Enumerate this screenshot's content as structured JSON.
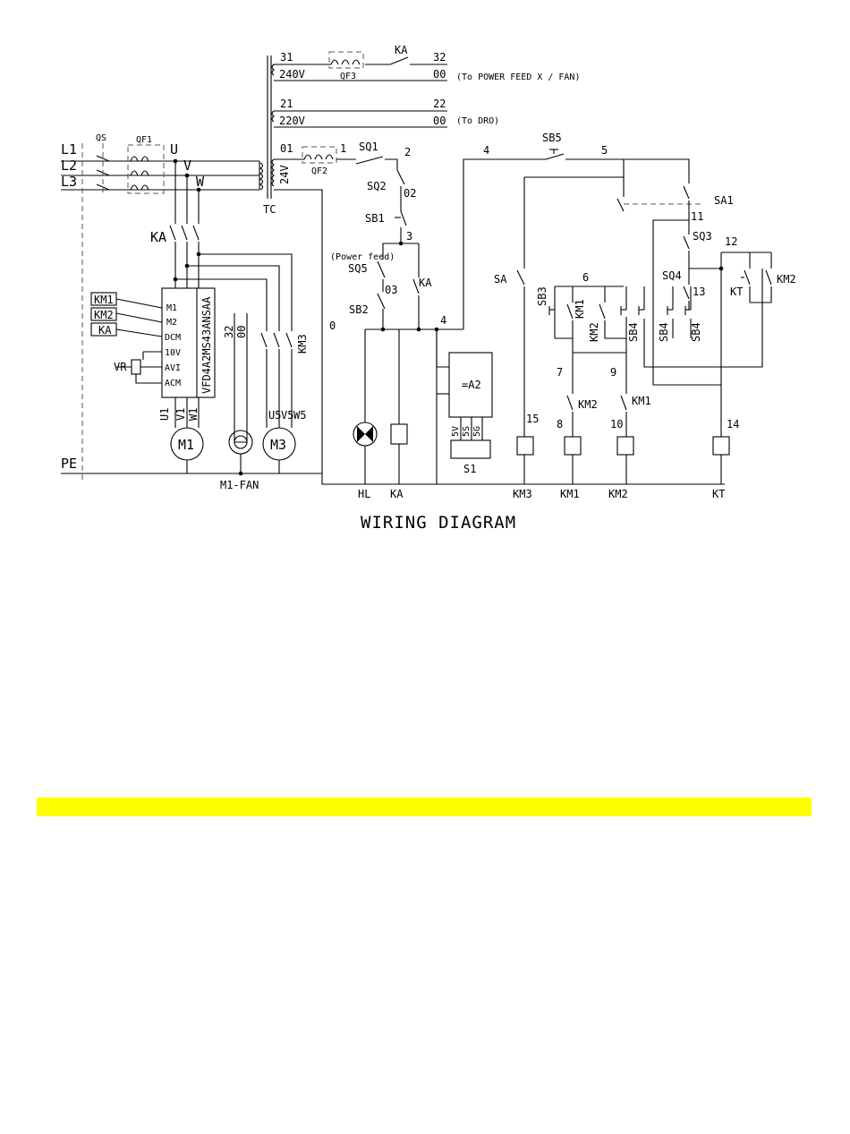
{
  "diagram": {
    "title": "WIRING DIAGRAM",
    "power_lines": {
      "l1": "L1",
      "l2": "L2",
      "l3": "L3",
      "pe": "PE",
      "qs": "QS",
      "qf1": "QF1",
      "u": "U",
      "v": "V",
      "w": "W"
    },
    "transformer": {
      "tc": "TC",
      "v24": "24V"
    },
    "aux_240": {
      "n31": "31",
      "v240": "240V",
      "qf3": "QF3",
      "ka": "KA",
      "n32": "32",
      "n00": "00",
      "note": "(To POWER FEED X / FAN)"
    },
    "aux_220": {
      "n21": "21",
      "v220": "220V",
      "n22": "22",
      "n00": "00",
      "note": "(To DRO)"
    },
    "control": {
      "n01": "01",
      "n1": "1",
      "qf2": "QF2",
      "sq1": "SQ1",
      "n2": "2",
      "sq2": "SQ2",
      "n02": "02",
      "sb1": "SB1",
      "n3": "3",
      "power_feed": "(Power feed)",
      "sq5": "SQ5",
      "n03": "03",
      "ka": "KA",
      "sb2": "SB2",
      "n0": "0",
      "n4": "4",
      "n4b": "4",
      "sb5": "SB5",
      "n5": "5",
      "sa1": "SA1",
      "n11": "11",
      "sq3": "SQ3",
      "n12": "12",
      "sq4": "SQ4",
      "n13": "13",
      "kt": "KT",
      "km2_r": "KM2",
      "sa": "SA",
      "sb3": "SB3",
      "n6": "6",
      "km1_c": "KM1",
      "km2_c": "KM2",
      "sb4_a": "SB4",
      "sb4_b": "SB4",
      "sb4_c": "SB4",
      "n7": "7",
      "n9": "9",
      "km2_i": "KM2",
      "km1_i": "KM1",
      "n15": "15",
      "n8": "8",
      "n10": "10",
      "n14": "14",
      "a2": "=A2",
      "v5": "5V",
      "s5": "5S",
      "g5": "5G",
      "s1": "S1"
    },
    "vfd": {
      "model": "VFD4A2MS43ANSAA",
      "m1": "M1",
      "m2": "M2",
      "dcm": "DCM",
      "v10": "10V",
      "avi": "AVI",
      "acm": "ACM",
      "km1": "KM1",
      "km2": "KM2",
      "ka": "KA",
      "vr": "VR",
      "ka_main": "KA"
    },
    "motors": {
      "u1": "U1",
      "v1": "V1",
      "w1": "W1",
      "m1": "M1",
      "fan": "M1-FAN",
      "n32": "32",
      "n00": "00",
      "km3": "KM3",
      "u5": "U5",
      "v5": "V5",
      "w5": "W5",
      "m3": "M3"
    },
    "bottom": {
      "hl": "HL",
      "ka": "KA",
      "km3": "KM3",
      "km1": "KM1",
      "km2": "KM2",
      "kt": "KT"
    }
  },
  "colors": {
    "warning_bar": "#ffff00"
  }
}
